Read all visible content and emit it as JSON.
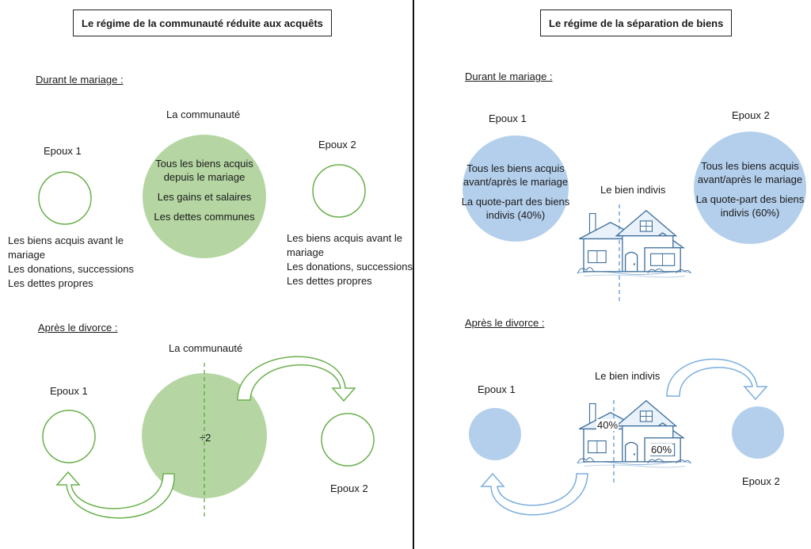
{
  "left": {
    "title": "Le régime de la communauté réduite aux acquêts",
    "during": {
      "heading": "Durant le mariage :",
      "community_label": "La communauté",
      "community_items": [
        "Tous les biens acquis depuis le mariage",
        "Les gains et salaires",
        "Les dettes communes"
      ],
      "spouse1_label": "Epoux 1",
      "spouse2_label": "Epoux 2",
      "spouse1_items": [
        "Les biens acquis avant le",
        "mariage",
        "Les donations, successions",
        "Les dettes propres"
      ],
      "spouse2_items": [
        "Les biens acquis avant le",
        "mariage",
        "Les donations, successions",
        "Les dettes propres"
      ]
    },
    "after": {
      "heading": "Après le divorce :",
      "community_label": "La communauté",
      "divide_label": "÷2",
      "spouse1_label": "Epoux 1",
      "spouse2_label": "Epoux 2"
    }
  },
  "right": {
    "title": "Le régime de la séparation de biens",
    "during": {
      "heading": "Durant le mariage :",
      "spouse1_label": "Epoux 1",
      "spouse2_label": "Epoux 2",
      "spouse1_items": [
        "Tous les biens acquis avant/après le mariage",
        "La quote-part des biens indivis (40%)"
      ],
      "spouse2_items": [
        "Tous les biens acquis avant/après le mariage",
        "La quote-part des biens indivis (60%)"
      ],
      "indivis_label": "Le bien indivis"
    },
    "after": {
      "heading": "Après le divorce :",
      "indivis_label": "Le bien indivis",
      "share1": "40%",
      "share2": "60%",
      "spouse1_label": "Epoux 1",
      "spouse2_label": "Epoux 2"
    }
  },
  "colors": {
    "green_fill": "#b5d6a3",
    "green_stroke": "#6ab04c",
    "blue_fill": "#b4cfec",
    "blue_stroke": "#7aaede",
    "divider": "#111111"
  }
}
